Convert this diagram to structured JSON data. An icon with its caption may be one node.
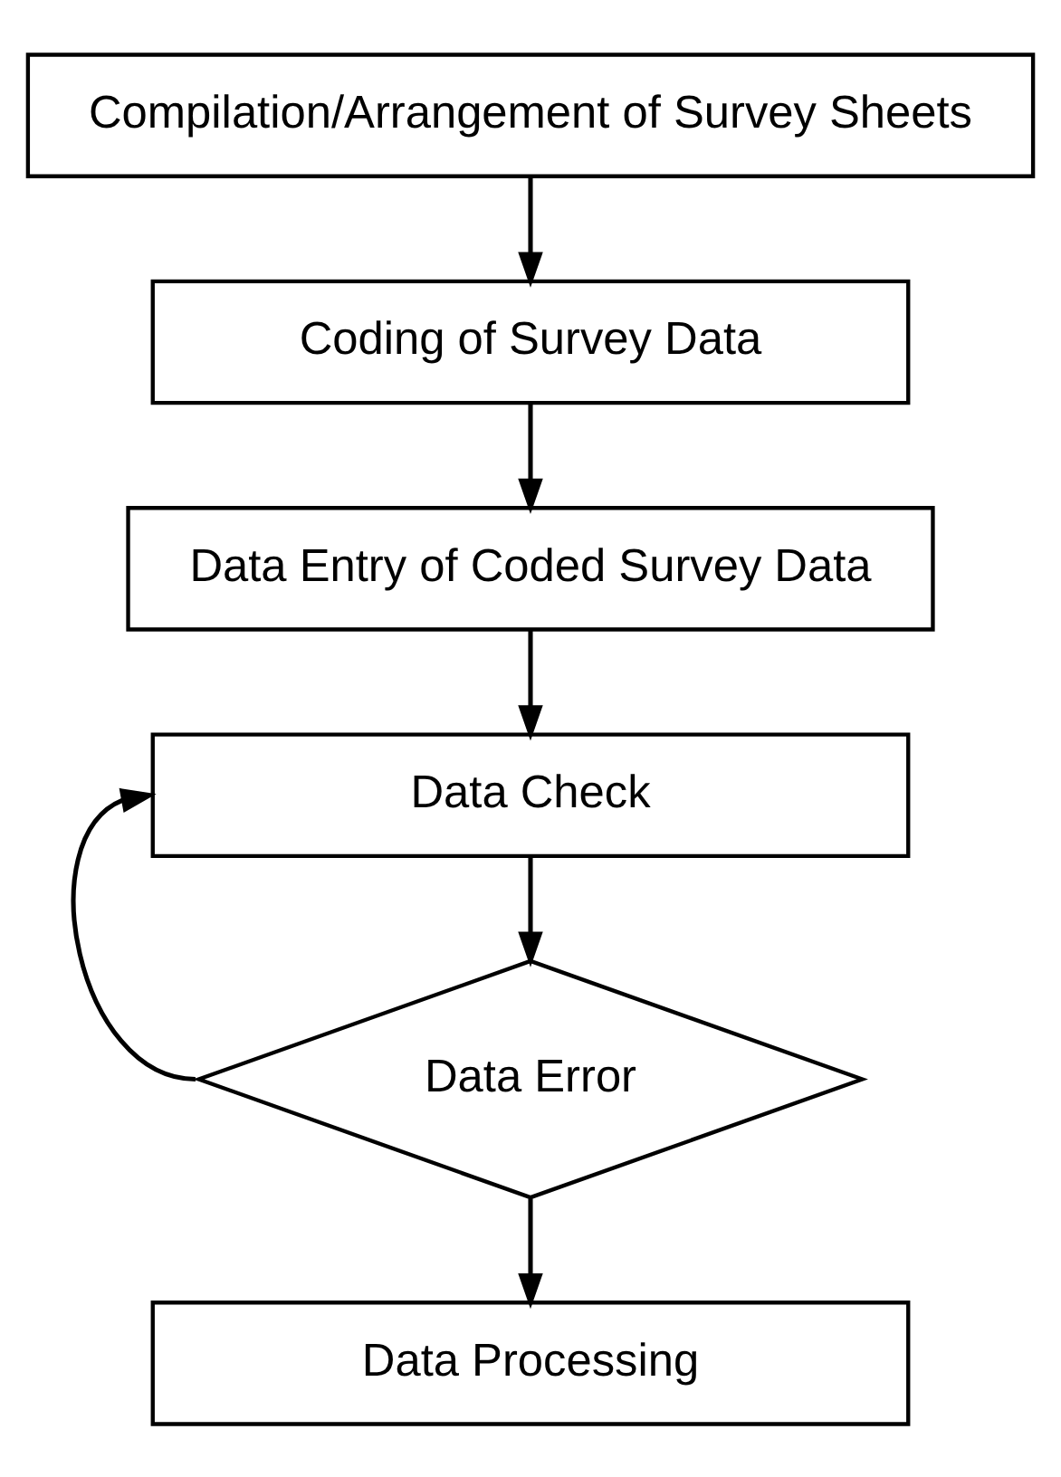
{
  "diagram": {
    "nodes": [
      {
        "text": [
          "Compilation/Arrangement of Survey Sheets"
        ]
      },
      {
        "text": [
          "Coding of Survey Data"
        ]
      },
      {
        "text": [
          "Data Entry of Coded Survey Data"
        ]
      },
      {
        "text": [
          "Data Check"
        ]
      },
      {
        "text": [
          "Data Error"
        ]
      },
      {
        "text": [
          "Data Processing"
        ]
      }
    ],
    "edges": [
      {
        "from": 0,
        "to": 1,
        "arrow": "to"
      },
      {
        "from": 1,
        "to": 2,
        "arrow": "to"
      },
      {
        "from": 2,
        "to": 3,
        "arrow": "to"
      },
      {
        "from": 3,
        "to": 4,
        "arrow": "to"
      },
      {
        "from": 4,
        "to": 3,
        "arrow": "to"
      },
      {
        "from": 4,
        "to": 5,
        "arrow": "to"
      }
    ]
  }
}
